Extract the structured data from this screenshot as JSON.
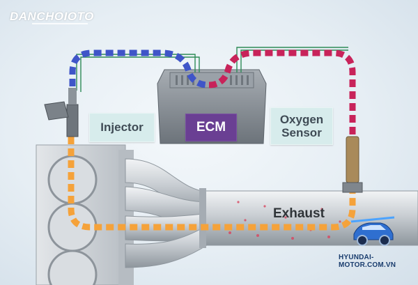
{
  "logo": {
    "text": "DANCHOIOTO"
  },
  "labels": {
    "injector": "Injector",
    "ecm": "ECM",
    "oxygen_sensor": "Oxygen\nSensor",
    "exhaust": "Exhaust"
  },
  "watermark": {
    "text": "HYUNDAI-MOTOR.COM.VN"
  },
  "colors": {
    "intake_signal": "#3f55c8",
    "sensor_signal": "#c8235a",
    "exhaust_flow": "#f5a23a",
    "ecm_badge": "#6a3f93",
    "label_badge": "#d7ecec"
  }
}
